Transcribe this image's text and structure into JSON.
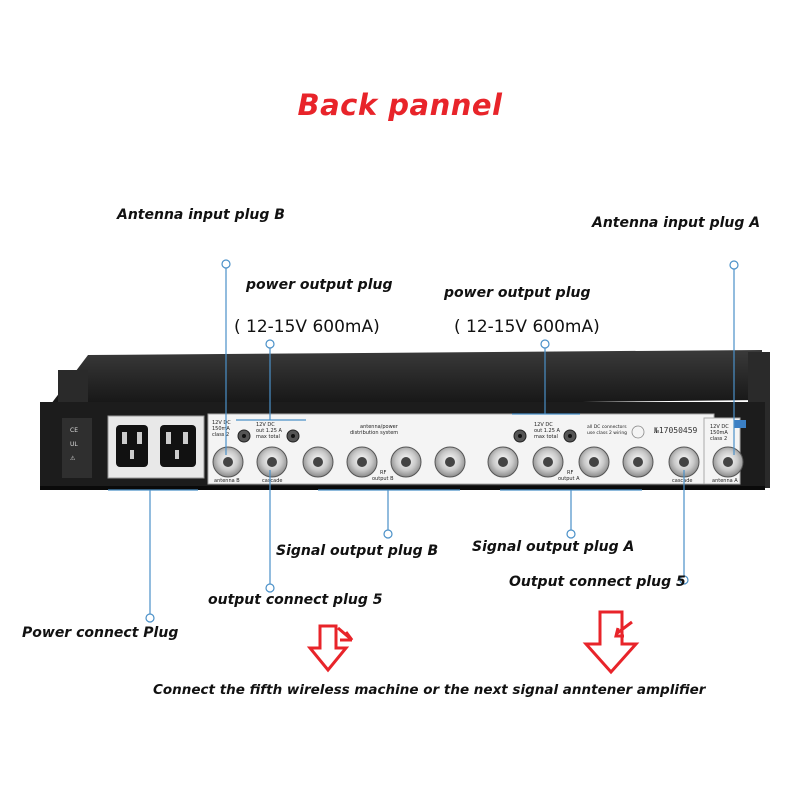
{
  "title": "Back  pannel",
  "labels": {
    "antenna_b": "Antenna input plug B",
    "antenna_a": "Antenna input plug A",
    "power_output_left": "power output plug",
    "power_output_right": "power output plug",
    "power_spec_left": "( 12-15V 600mA)",
    "power_spec_right": "( 12-15V 600mA)",
    "signal_output_b": "Signal output plug B",
    "signal_output_a": "Signal output plug A",
    "output_connect_left": "output connect plug 5",
    "output_connect_right": "Output connect plug 5",
    "power_connect": "Power connect Plug",
    "footer": "Connect the fifth wireless machine or the next signal anntener amplifier"
  },
  "panel_text": {
    "antenna_b_port": "antenna B",
    "antenna_a_port": "antenna A",
    "cascade_left": "cascade",
    "cascade_right": "cascade",
    "center_title_1": "antenna/power",
    "center_title_2": "distribution system",
    "rf_output_b_1": "RF",
    "rf_output_b_2": "output B",
    "rf_output_a_1": "RF",
    "rf_output_a_2": "output A",
    "power_note_left_1": "12V DC",
    "power_note_left_2": "out 1.25 A",
    "power_note_left_3": "max total",
    "power_note_right_1": "12V DC",
    "power_note_right_2": "out 1.25 A",
    "power_note_right_3": "max total",
    "dc_note_1": "all DC connectors",
    "dc_note_2": "use class 2 wiring",
    "serial": "№17050459",
    "rating_b_1": "12V DC",
    "rating_b_2": "150mA",
    "rating_b_3": "class 2",
    "rating_a_1": "12V DC",
    "rating_a_2": "150mA",
    "rating_a_3": "class 2"
  },
  "colors": {
    "title": "#e8242a",
    "callout_line": "#4a90c8",
    "chassis": "#1c1c1c",
    "faceplate": "#f4f4f4",
    "arrow": "#e8242a"
  }
}
